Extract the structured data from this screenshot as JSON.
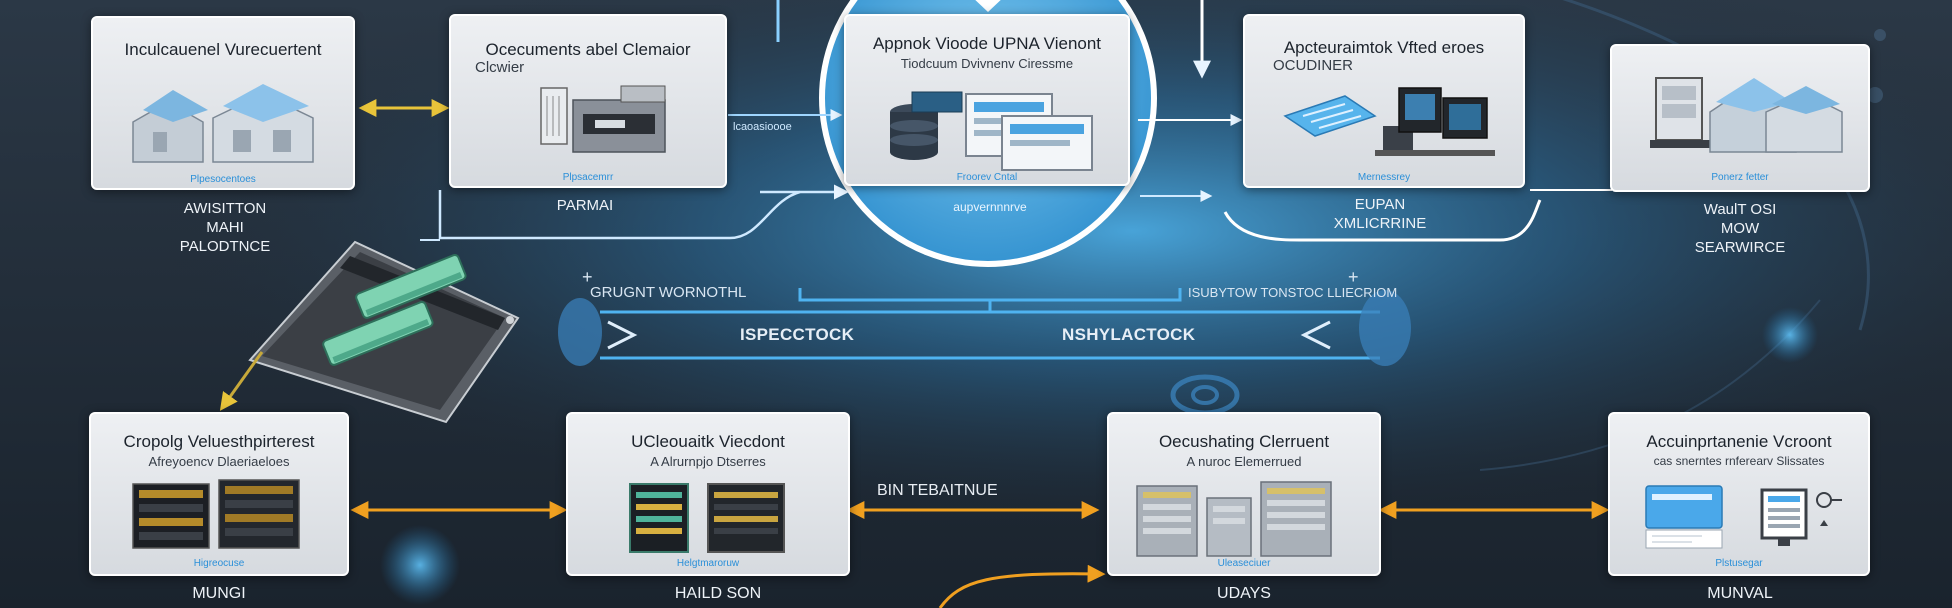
{
  "top_cards": [
    {
      "title": "Inculcauenel Vurecuertent",
      "subtitle": "",
      "footer": "Plpesocentoes",
      "label": [
        "AWISITTON",
        "MAHI",
        "PALODTNCE"
      ]
    },
    {
      "title": "Ocecuments abel Clemaior",
      "subtitle": "Clcwier",
      "footer": "Plpsacemrr",
      "label": [
        "PARMAI"
      ]
    },
    {
      "title": "Appnok Vioode UPNA Vienont",
      "subtitle": "Tiodcuum Dvivnenv Ciressme",
      "footer": "Froorev Cntal",
      "label": [
        "aupvernnnrve"
      ]
    },
    {
      "title": "Apcteuraimtok Vfted eroes",
      "subtitle": "OCUDINER",
      "footer": "Mernessrey",
      "label": [
        "EUPAN",
        "XMLICRRINE"
      ]
    },
    {
      "title": "",
      "subtitle": "",
      "footer": "Ponerz fetter",
      "label": [
        "WaulT OSI",
        "MOW",
        "SEARWIRCE"
      ]
    }
  ],
  "bottom_cards": [
    {
      "title": "Cropolg Veluesthpirterest",
      "subtitle": "Afreyoencv Dlaeriaeloes",
      "footer": "Higreocuse",
      "label": [
        "MUNGI"
      ]
    },
    {
      "title": "UCleouaitk Viecdont",
      "subtitle": "A Alrurnpjo Dtserres",
      "footer": "Helgtmaroruw",
      "label": [
        "HAILD SON"
      ]
    },
    {
      "title": "Oecushating Clerruent",
      "subtitle": "A nuroc Elemerrued",
      "footer": "Uleaseciuer",
      "label": [
        "UDAYS"
      ]
    },
    {
      "title": "Accuinprtanenie Vcroont",
      "subtitle": "cas snerntes rnferearv Slissates",
      "footer": "Plstusegar",
      "label": [
        "MUNVAL"
      ]
    }
  ],
  "mid_texts": {
    "left_tech": "GRUGNT WORNOTHL",
    "right_tech": "ISUBYTOW TONSTOC LLIECRIOM",
    "pill_left": "ISPECCTOCK",
    "pill_right": "NSHYLACTOCK",
    "arrow_text": "BIN TEBAITNUE",
    "plus_left": "+",
    "plus_right": "+",
    "small_left": "lcaoasioooe"
  },
  "colors": {
    "accent_blue": "#2a8fd8",
    "arrow_yellow": "#e8c43a",
    "arrow_orange": "#f0a020",
    "card_bg": "#e6e9ed"
  }
}
